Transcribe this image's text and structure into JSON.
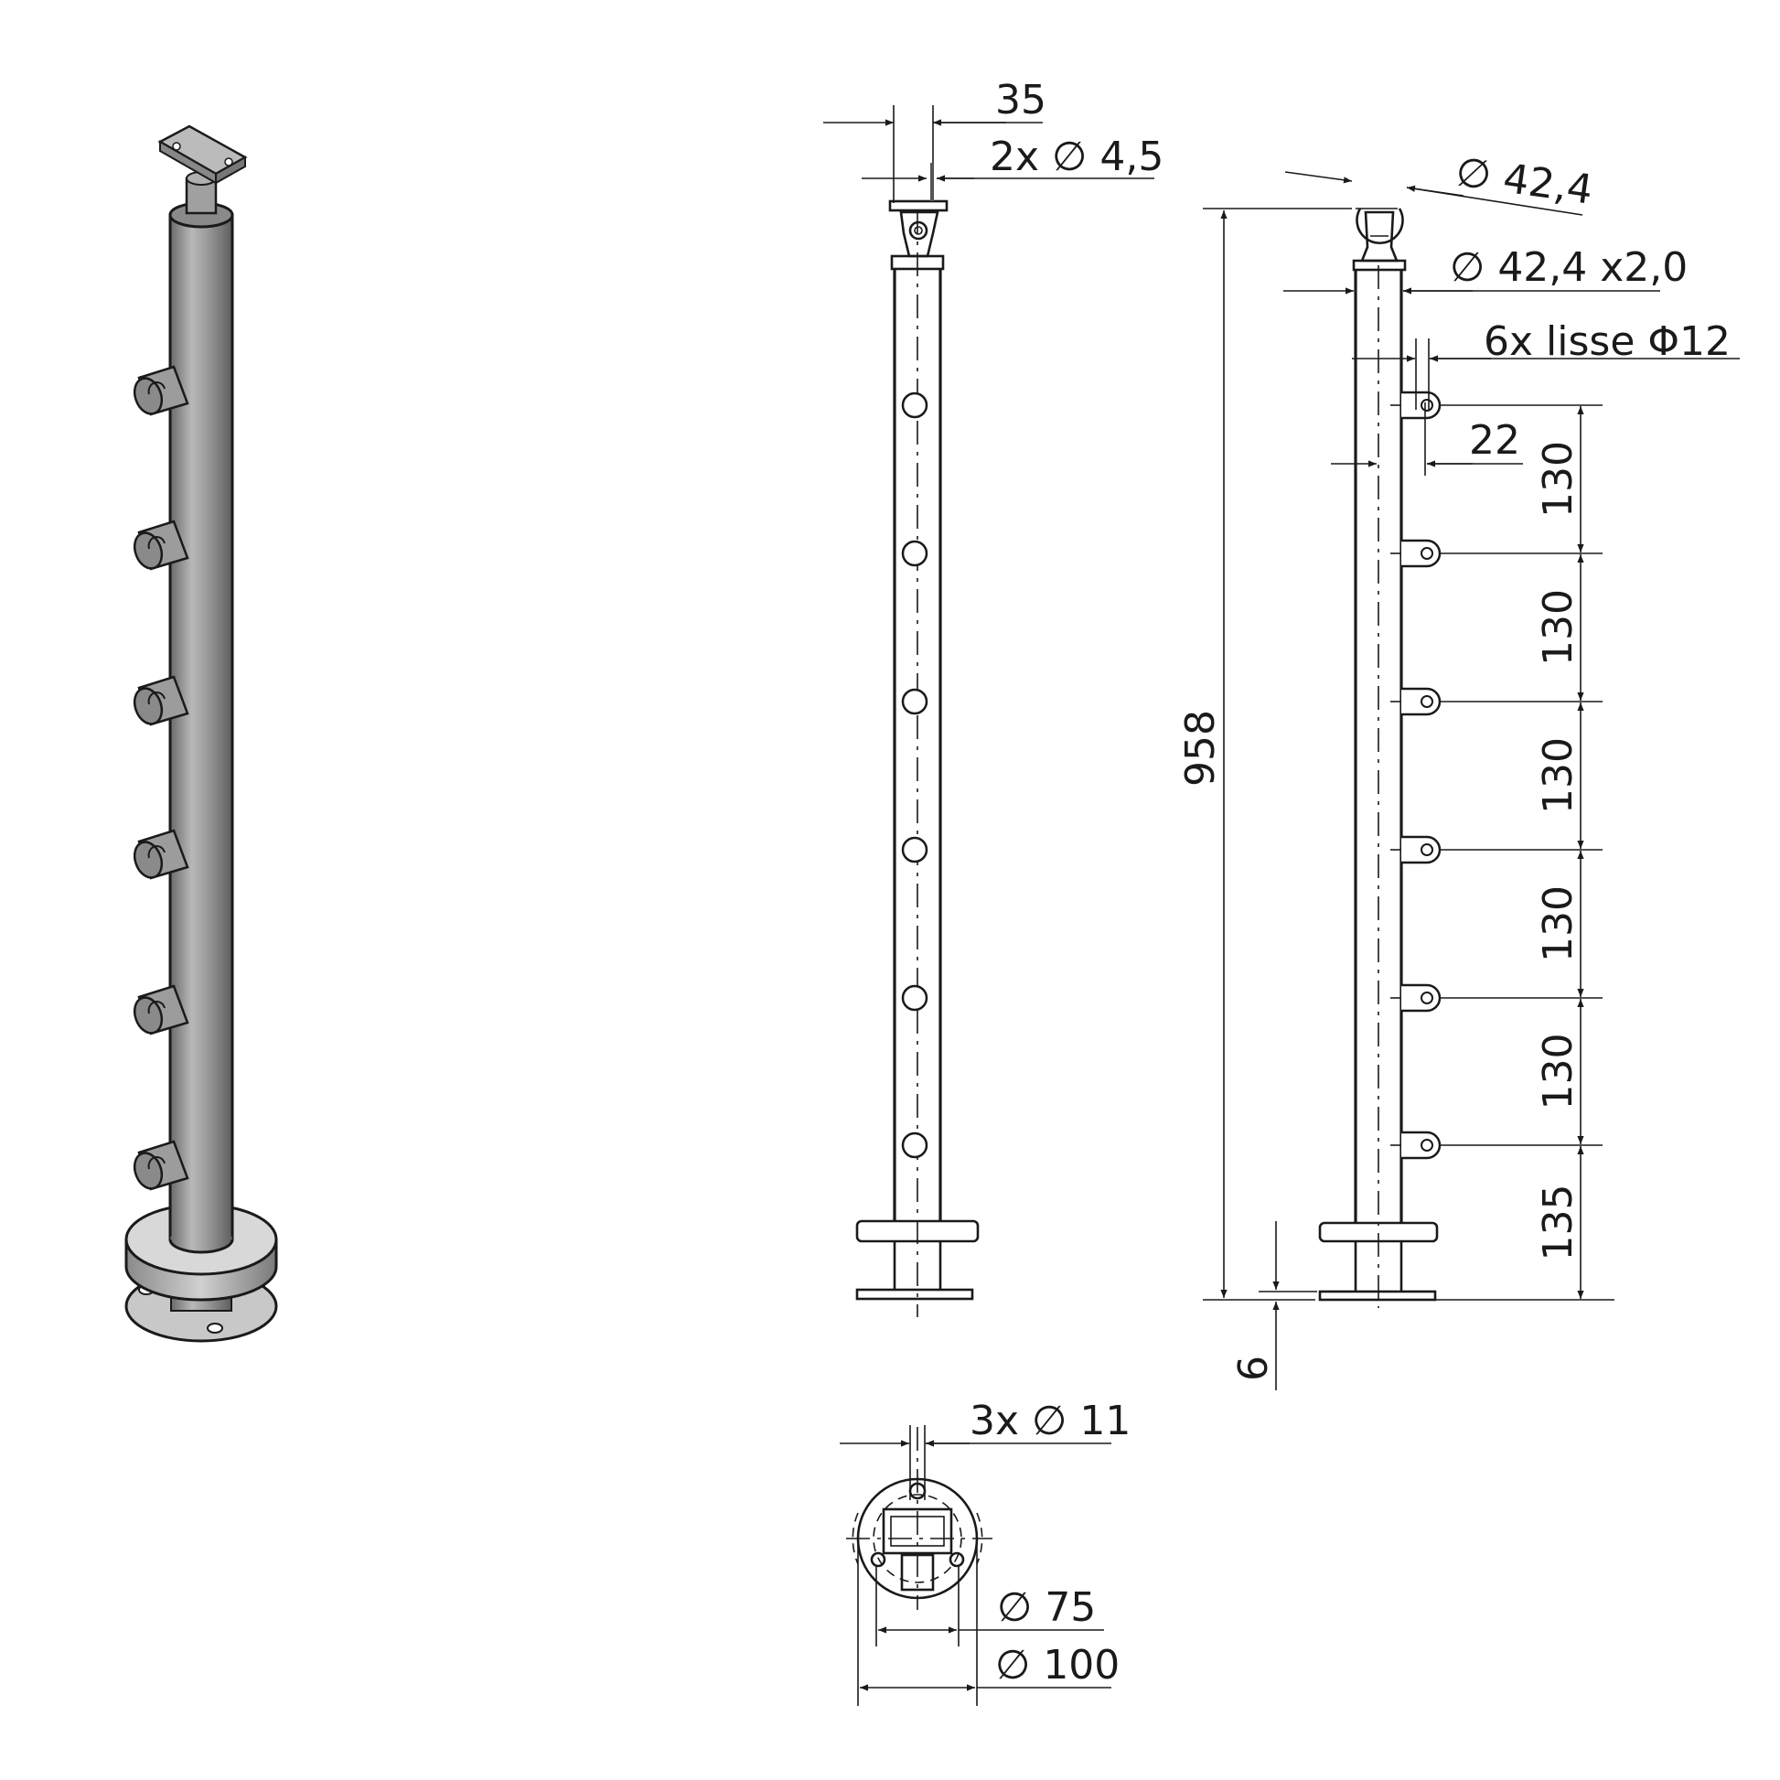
{
  "diagram": {
    "front_view": {
      "top_width": "35",
      "top_holes": "2x ∅ 4,5"
    },
    "side_view": {
      "handrail_diameter": "∅ 42,4",
      "tube": "∅ 42,4 x2,0",
      "rails": "6x lisse Φ12",
      "rail_offset": "22",
      "total_height": "958",
      "base_thickness": "6",
      "spacings": [
        "130",
        "130",
        "130",
        "130",
        "130",
        "135"
      ]
    },
    "base_view": {
      "holes": "3x ∅ 11",
      "hole_circle": "∅ 75",
      "plate_diameter": "∅ 100"
    },
    "colors": {
      "line": "#1a1a1a",
      "tube_fill": "#9a9a9a",
      "background": "#ffffff"
    }
  }
}
